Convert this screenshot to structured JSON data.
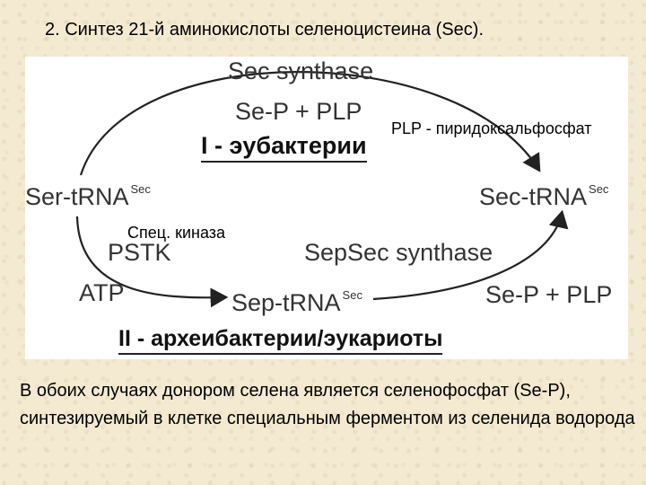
{
  "slide": {
    "title": "2. Синтез 21-й аминокислоты селеноцистеина (Sec).",
    "footer": "В обоих случаях донором селена является селенофосфат (Se-P), синтезируемый в клетке специальным ферментом из селенида водорода"
  },
  "diagram": {
    "top_enzyme": "Sec synthase",
    "top_cofactor": "Se-P + PLP",
    "pathway_1": "I - эубактерии",
    "plp_note": "PLP - пиридоксальфосфат",
    "left_node": "Ser-tRNA",
    "left_node_sup": "Sec",
    "right_node": "Sec-tRNA",
    "right_node_sup": "Sec",
    "kinase_note": "Спец. киназа",
    "kinase": "PSTK",
    "sepsec": "SepSec synthase",
    "atp": "ATP",
    "middle_node": "Sep-tRNA",
    "middle_node_sup": "Sec",
    "bottom_cofactor": "Se-P + PLP",
    "pathway_2": "II - археибактерии/эукариоты"
  },
  "colors": {
    "background": "#f4ead2",
    "panel": "#ffffff",
    "arrows": "#222222"
  }
}
